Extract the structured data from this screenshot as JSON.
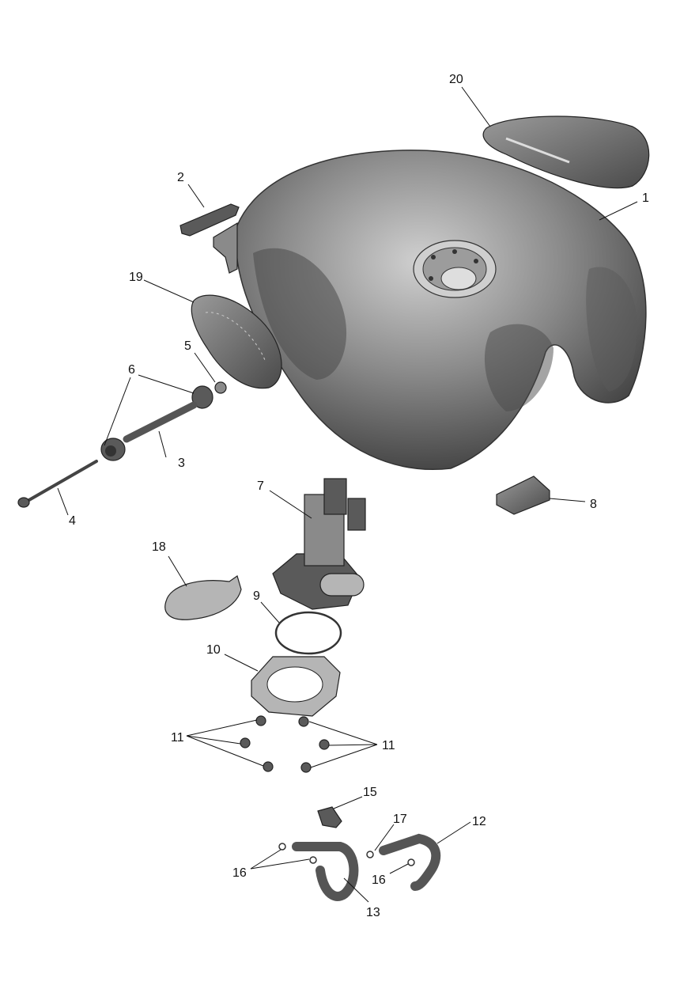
{
  "callouts": {
    "c1": "1",
    "c2": "2",
    "c3": "3",
    "c4": "4",
    "c5": "5",
    "c6": "6",
    "c7": "7",
    "c8": "8",
    "c9": "9",
    "c10": "10",
    "c11a": "11",
    "c11b": "11",
    "c12": "12",
    "c13": "13",
    "c15": "15",
    "c16a": "16",
    "c16b": "16",
    "c17": "17",
    "c18": "18",
    "c19": "19",
    "c20": "20"
  },
  "colors": {
    "background": "#ffffff",
    "part": "#6e6e6e",
    "line": "#111111"
  }
}
